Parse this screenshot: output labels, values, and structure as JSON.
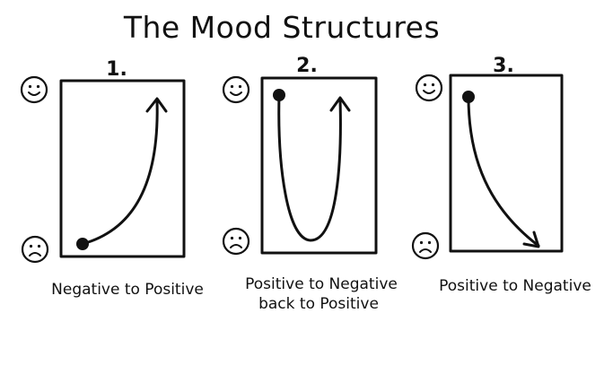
{
  "title": "The Mood Structures",
  "colors": {
    "ink": "#111111",
    "background": "#ffffff"
  },
  "panels": [
    {
      "number": "1.",
      "caption_lines": [
        "Negative to Positive"
      ],
      "top_icon": "smiley-face-icon",
      "bottom_icon": "sad-face-icon",
      "arc": "rises from negative to positive",
      "start": "bottom-left dot",
      "end": "top-right arrow"
    },
    {
      "number": "2.",
      "caption_lines": [
        "Positive to Negative",
        "back to Positive"
      ],
      "top_icon": "smiley-face-icon",
      "bottom_icon": "sad-face-icon",
      "arc": "falls to negative then returns to positive",
      "start": "top-left dot",
      "end": "top-right arrow"
    },
    {
      "number": "3.",
      "caption_lines": [
        "Positive to Negative"
      ],
      "top_icon": "smiley-face-icon",
      "bottom_icon": "sad-face-icon",
      "arc": "falls from positive to negative",
      "start": "top-left dot",
      "end": "bottom-right arrow"
    }
  ]
}
